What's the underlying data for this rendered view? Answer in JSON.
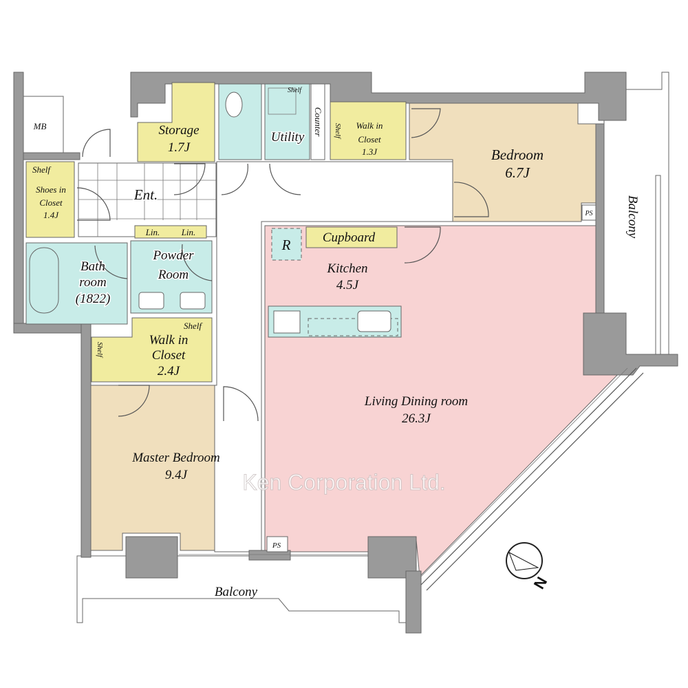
{
  "rooms": {
    "mb": "MB",
    "storage": {
      "name": "Storage",
      "size": "1.7J"
    },
    "utility": "Utility",
    "counter": "Counter",
    "shelf": "Shelf",
    "wic_small": {
      "name1": "Walk in",
      "name2": "Closet",
      "size": "1.3J"
    },
    "bedroom": {
      "name": "Bedroom",
      "size": "6.7J"
    },
    "balcony_right": "Balcony",
    "ps": "PS",
    "shoes": {
      "name1": "Shoes in",
      "name2": "Closet",
      "size": "1.4J"
    },
    "entrance": "Ent.",
    "linen": "Lin.",
    "powder": {
      "name1": "Powder",
      "name2": "Room"
    },
    "bath": {
      "name1": "Bath",
      "name2": "room",
      "size": "(1822)"
    },
    "fridge": "R",
    "cupboard": "Cupboard",
    "kitchen": {
      "name": "Kitchen",
      "size": "4.5J"
    },
    "wic_large": {
      "name1": "Walk in",
      "name2": "Closet",
      "size": "2.4J"
    },
    "living": {
      "name": "Living Dining room",
      "size": "26.3J"
    },
    "master": {
      "name": "Master Bedroom",
      "size": "9.4J"
    },
    "balcony_bottom": "Balcony"
  },
  "watermark": "Ken Corporation Ltd.",
  "compass": {
    "label": "N",
    "icon": "north-arrow-icon"
  },
  "colors": {
    "wall": "#9a9a9a",
    "bedroom": "#f0dfbd",
    "living": "#f8d3d3",
    "wet_area": "#c8ece8",
    "storage": "#f1ec9f"
  }
}
